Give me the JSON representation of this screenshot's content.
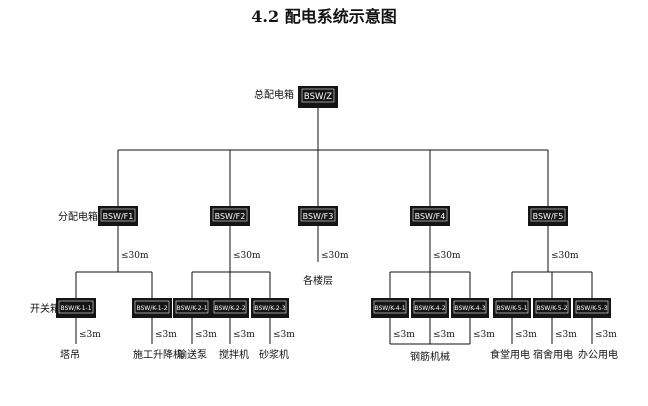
{
  "title": "4.2 配电系统示意图",
  "level_labels": {
    "main": "总配电箱",
    "distribution": "分配电箱",
    "switch": "开关箱"
  },
  "main_box": "BSW/Z",
  "distribution_boxes": [
    {
      "id": "f1",
      "label": "BSW/F1",
      "distance": "≤30m"
    },
    {
      "id": "f2",
      "label": "BSW/F2",
      "distance": "≤30m"
    },
    {
      "id": "f3",
      "label": "BSW/F3",
      "distance": "≤30m",
      "destination": "各楼层"
    },
    {
      "id": "f4",
      "label": "BSW/F4",
      "distance": "≤30m"
    },
    {
      "id": "f5",
      "label": "BSW/F5",
      "distance": "≤30m"
    }
  ],
  "switch_boxes": [
    {
      "id": "k11",
      "label": "BSW/K-1-1",
      "distance": "≤3m",
      "load": "塔吊"
    },
    {
      "id": "k12",
      "label": "BSW/K-1-2",
      "distance": "≤3m",
      "load": "施工升降机"
    },
    {
      "id": "k21",
      "label": "BSW/K-2-1",
      "distance": "≤3m",
      "load": "输送泵"
    },
    {
      "id": "k22",
      "label": "BSW/K-2-2",
      "distance": "≤3m",
      "load": "搅拌机"
    },
    {
      "id": "k23",
      "label": "BSW/K-2-3",
      "distance": "≤3m",
      "load": "砂浆机"
    },
    {
      "id": "k41",
      "label": "BSW/K-4-1",
      "distance": "≤3m"
    },
    {
      "id": "k42",
      "label": "BSW/K-4-2",
      "distance": "≤3m",
      "load": "钢筋机械"
    },
    {
      "id": "k43",
      "label": "BSW/K-4-3",
      "distance": "≤3m"
    },
    {
      "id": "k51",
      "label": "BSW/K-5-1",
      "distance": "≤3m",
      "load": "食堂用电"
    },
    {
      "id": "k52",
      "label": "BSW/K-5-2",
      "distance": "≤3m",
      "load": "宿舍用电"
    },
    {
      "id": "k53",
      "label": "BSW/K-5-3",
      "distance": "≤3m",
      "load": "办公用电"
    }
  ]
}
